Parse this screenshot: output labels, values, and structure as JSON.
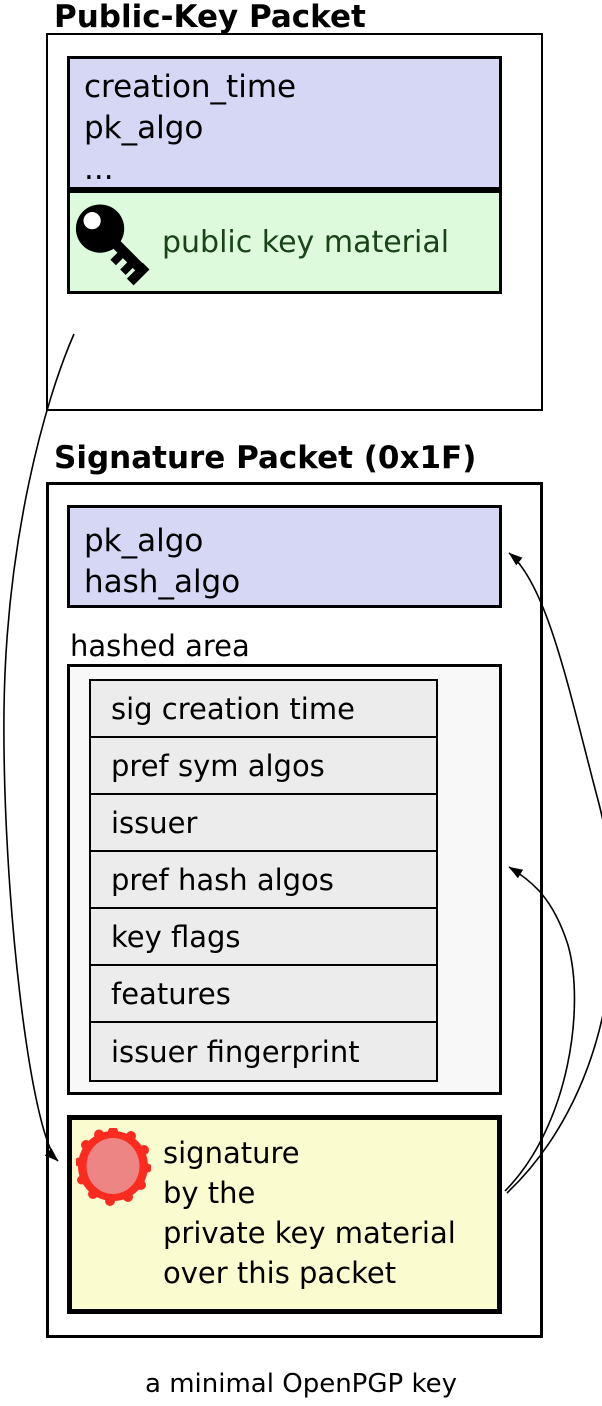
{
  "colors": {
    "lavender": "#d6d6f5",
    "green-bg": "#ddfadd",
    "green-text": "#184418",
    "yellow": "#fbfbd0",
    "row-bg": "#ececec",
    "hashed-bg": "#f8f8f8",
    "seal-ring": "#fb2b20",
    "seal-fill": "#ee8585",
    "ink": "#000000"
  },
  "public_key_packet": {
    "title": "Public-Key Packet",
    "fields": [
      "creation_time",
      "pk_algo",
      "..."
    ],
    "material_label": "public key material"
  },
  "signature_packet": {
    "title": "Signature Packet (0x1F)",
    "fields": [
      "pk_algo",
      "hash_algo"
    ],
    "hashed_area_label": "hashed area",
    "subpackets": [
      "sig creation time",
      "pref sym algos",
      "issuer",
      "pref hash algos",
      "key flags",
      "features",
      "issuer fingerprint"
    ],
    "signature_lines": [
      "signature",
      "by the",
      "private key material",
      "over this packet"
    ]
  },
  "caption": "a minimal OpenPGP key"
}
